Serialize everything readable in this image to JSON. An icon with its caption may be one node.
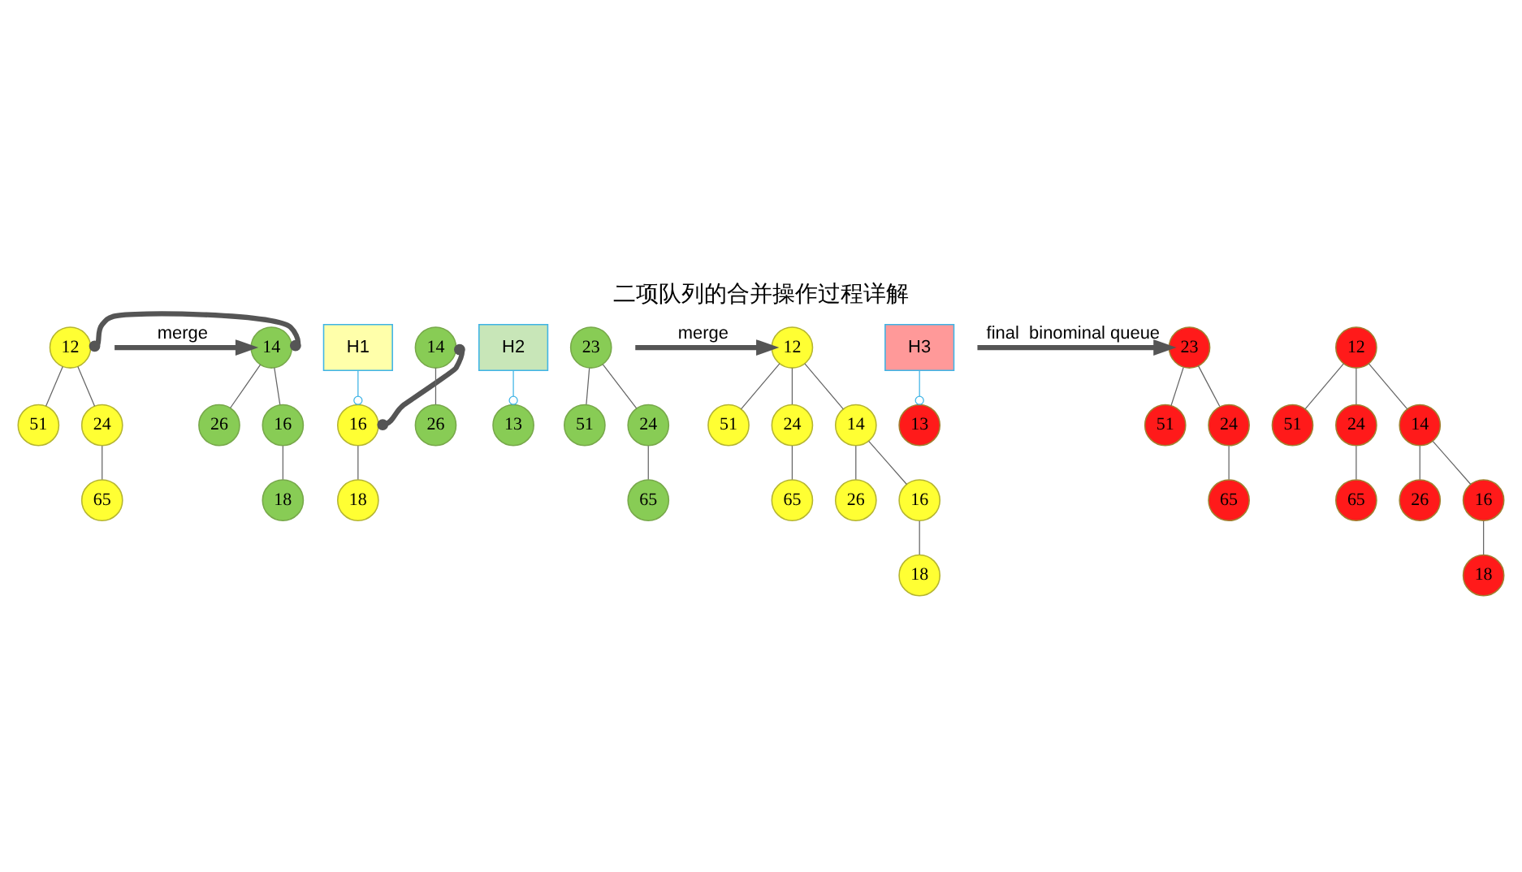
{
  "diagram": {
    "title": "二项队列的合并操作过程详解",
    "nodes": [
      {
        "text": [
          "12"
        ]
      },
      {
        "text": [
          "51"
        ]
      },
      {
        "text": [
          "24"
        ]
      },
      {
        "text": [
          "65"
        ]
      },
      {
        "text": [
          "H1"
        ]
      },
      {
        "text": [
          "16"
        ]
      },
      {
        "text": [
          "18"
        ]
      },
      {
        "text": [
          "H2"
        ]
      },
      {
        "text": [
          "13"
        ]
      },
      {
        "text": [
          "14"
        ]
      },
      {
        "text": [
          "26"
        ]
      },
      {
        "text": [
          "23"
        ]
      },
      {
        "text": [
          "51"
        ]
      },
      {
        "text": [
          "24"
        ]
      },
      {
        "text": [
          "65"
        ]
      },
      {
        "text": [
          "14"
        ]
      },
      {
        "text": [
          "26"
        ]
      },
      {
        "text": [
          "16"
        ]
      },
      {
        "text": [
          "18"
        ]
      },
      {
        "text": [
          "12"
        ]
      },
      {
        "text": [
          "51"
        ]
      },
      {
        "text": [
          "24"
        ]
      },
      {
        "text": [
          "14"
        ]
      },
      {
        "text": [
          "65"
        ]
      },
      {
        "text": [
          "26"
        ]
      },
      {
        "text": [
          "16"
        ]
      },
      {
        "text": [
          "18"
        ]
      },
      {
        "text": [
          "H3"
        ]
      },
      {
        "text": [
          "13"
        ]
      },
      {
        "text": [
          "23"
        ]
      },
      {
        "text": [
          "51"
        ]
      },
      {
        "text": [
          "24"
        ]
      },
      {
        "text": [
          "65"
        ]
      },
      {
        "text": [
          "12"
        ]
      },
      {
        "text": [
          "51"
        ]
      },
      {
        "text": [
          "24"
        ]
      },
      {
        "text": [
          "14"
        ]
      },
      {
        "text": [
          "65"
        ]
      },
      {
        "text": [
          "26"
        ]
      },
      {
        "text": [
          "16"
        ]
      },
      {
        "text": [
          "18"
        ]
      }
    ],
    "edges": [
      {
        "from": 0,
        "to": 1,
        "arrow": "none"
      },
      {
        "from": 0,
        "to": 2,
        "arrow": "none"
      },
      {
        "from": 2,
        "to": 3,
        "arrow": "none"
      },
      {
        "from": 4,
        "to": 5,
        "arrow": "other",
        "color": "#3fb4e6"
      },
      {
        "from": 5,
        "to": 6,
        "arrow": "none"
      },
      {
        "from": 7,
        "to": 8,
        "arrow": "other",
        "color": "#3fb4e6"
      },
      {
        "from": 9,
        "to": 10,
        "arrow": "none"
      },
      {
        "from": 11,
        "to": 12,
        "arrow": "none"
      },
      {
        "from": 11,
        "to": 13,
        "arrow": "none"
      },
      {
        "from": 13,
        "to": 14,
        "arrow": "none"
      },
      {
        "from": 5,
        "to": 9,
        "arrow": "other",
        "style": "thick"
      },
      {
        "from": null,
        "to": 15,
        "arrow": "to",
        "label": "merge",
        "style": "thick"
      },
      {
        "from": 15,
        "to": 16,
        "arrow": "none"
      },
      {
        "from": 15,
        "to": 17,
        "arrow": "none"
      },
      {
        "from": 17,
        "to": 18,
        "arrow": "none"
      },
      {
        "from": 0,
        "to": 15,
        "arrow": "other",
        "style": "thick"
      },
      {
        "from": null,
        "to": 19,
        "arrow": "to",
        "label": "merge",
        "style": "thick"
      },
      {
        "from": 19,
        "to": 20,
        "arrow": "none"
      },
      {
        "from": 19,
        "to": 21,
        "arrow": "none"
      },
      {
        "from": 19,
        "to": 22,
        "arrow": "none"
      },
      {
        "from": 21,
        "to": 23,
        "arrow": "none"
      },
      {
        "from": 22,
        "to": 24,
        "arrow": "none"
      },
      {
        "from": 22,
        "to": 25,
        "arrow": "none"
      },
      {
        "from": 25,
        "to": 26,
        "arrow": "none"
      },
      {
        "from": null,
        "to": 29,
        "arrow": "to",
        "label": "final  binominal queue",
        "style": "thick"
      },
      {
        "from": 27,
        "to": 28,
        "arrow": "other",
        "color": "#3fb4e6"
      },
      {
        "from": 29,
        "to": 30,
        "arrow": "none"
      },
      {
        "from": 29,
        "to": 31,
        "arrow": "none"
      },
      {
        "from": 31,
        "to": 32,
        "arrow": "none"
      },
      {
        "from": 33,
        "to": 34,
        "arrow": "none"
      },
      {
        "from": 33,
        "to": 35,
        "arrow": "none"
      },
      {
        "from": 33,
        "to": 36,
        "arrow": "none"
      },
      {
        "from": 35,
        "to": 37,
        "arrow": "none"
      },
      {
        "from": 36,
        "to": 38,
        "arrow": "none"
      },
      {
        "from": 36,
        "to": 39,
        "arrow": "none"
      },
      {
        "from": 39,
        "to": 40,
        "arrow": "none"
      }
    ]
  }
}
